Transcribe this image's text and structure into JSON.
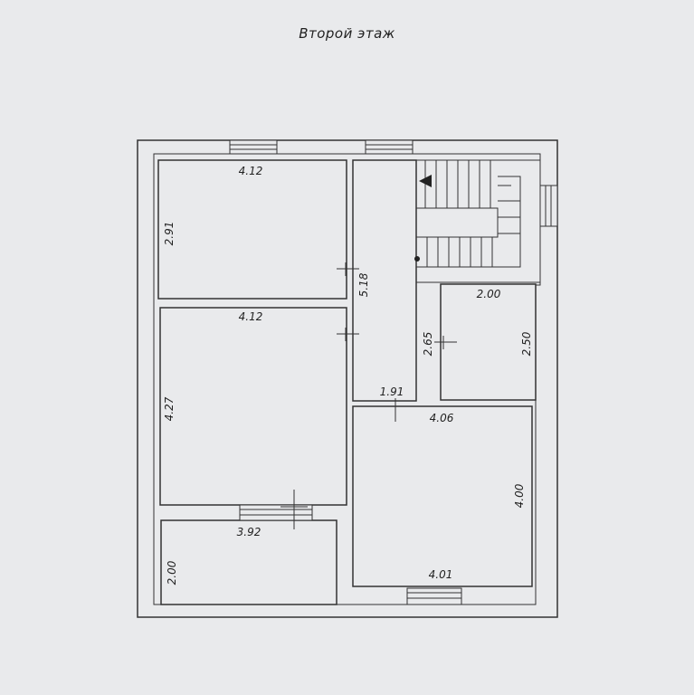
{
  "title": "Второй этаж",
  "rooms": [
    {
      "id": "room-top-left",
      "width": "4.12",
      "height": "2.91"
    },
    {
      "id": "room-middle-left",
      "width": "4.12",
      "height": "4.27"
    },
    {
      "id": "room-bottom-left",
      "width": "3.92",
      "height": "2.00"
    },
    {
      "id": "corridor",
      "width": "1.91",
      "height": "5.18"
    },
    {
      "id": "room-small-right",
      "width": "2.00",
      "height": "2.50",
      "extra": "2.65"
    },
    {
      "id": "room-bottom-right",
      "width": "4.06",
      "height": "4.00",
      "bottom": "4.01"
    }
  ]
}
